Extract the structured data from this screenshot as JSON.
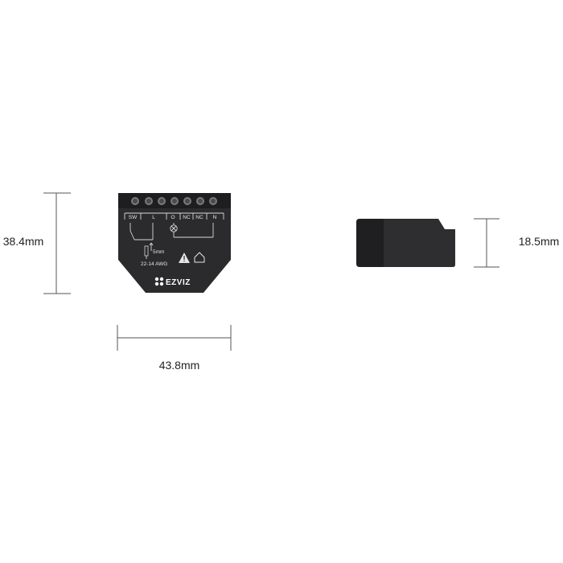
{
  "dimensions": {
    "height_front": "38.4mm",
    "width_front": "43.8mm",
    "depth_side": "18.5mm"
  },
  "device": {
    "brand": "EZVIZ",
    "terminals": [
      "SW",
      "L",
      "O",
      "NC",
      "NC",
      "N"
    ],
    "strip_length": "5mm",
    "wire_gauge": "22-14 AWG"
  },
  "colors": {
    "device_body": "#2b2b2d",
    "device_dark": "#1e1e20",
    "dimension_line": "#555555",
    "text": "#222222"
  }
}
